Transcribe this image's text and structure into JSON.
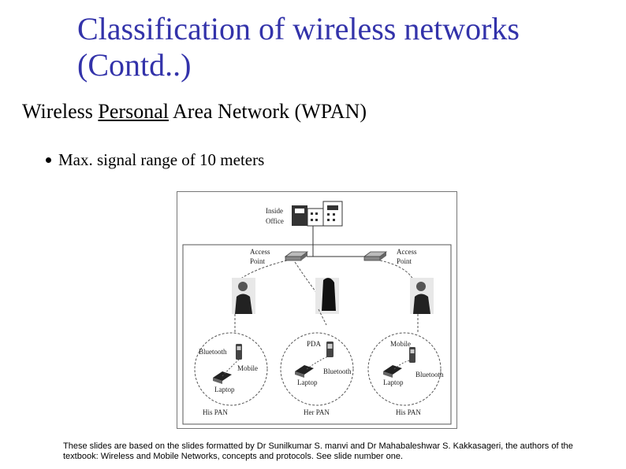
{
  "slide": {
    "title_line1": "Classification of wireless networks",
    "title_line2": "(Contd..)",
    "subtitle_pre": "Wireless ",
    "subtitle_ul": "Personal",
    "subtitle_post": " Area Network (WPAN)",
    "bullet": "Max.  signal range of 10 meters"
  },
  "diagram": {
    "inside_office_1": "Inside",
    "inside_office_2": "Office",
    "access_point_1": "Access",
    "access_point_2": "Point",
    "bluetooth": "Bluetooth",
    "mobile": "Mobile",
    "laptop": "Laptop",
    "pda": "PDA",
    "his_pan": "His PAN",
    "her_pan": "Her PAN"
  },
  "footer": "These slides are based on the slides formatted by Dr Sunilkumar S. manvi and Dr Mahabaleshwar S. Kakkasageri, the authors of the textbook: Wireless and Mobile Networks, concepts and protocols. See slide number one.",
  "colors": {
    "title": "#3333aa"
  }
}
